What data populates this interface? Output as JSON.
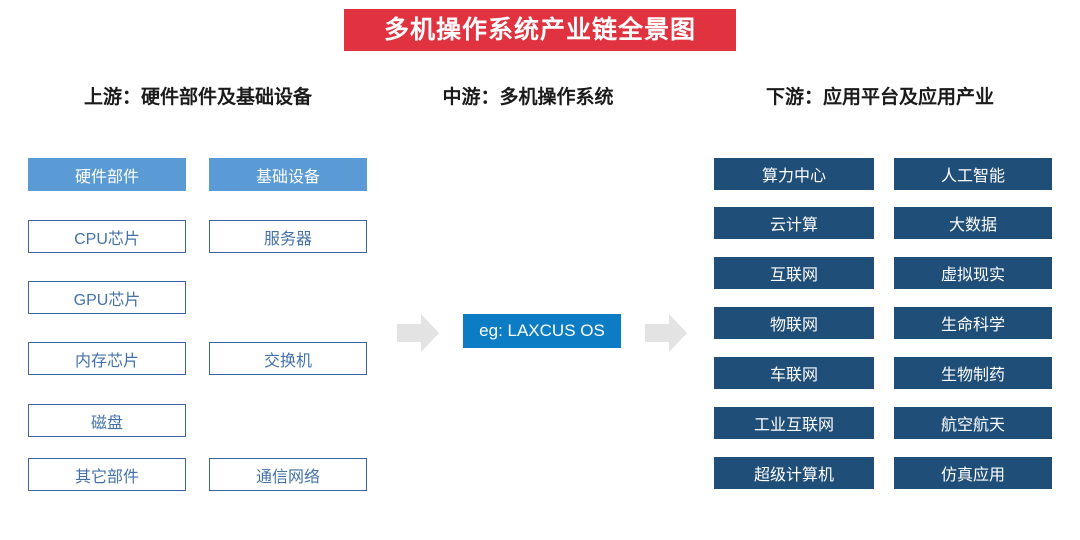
{
  "title": {
    "text": "多机操作系统产业链全景图",
    "banner_color": "#E1333F",
    "text_color": "#FFFFFF"
  },
  "segments": {
    "upstream": "上游：硬件部件及基础设备",
    "midstream": "中游：多机操作系统",
    "downstream": "下游：应用平台及应用产业"
  },
  "colors": {
    "light_blue": "#5B9BD5",
    "border_blue": "#3D65A5",
    "text_blue": "#4472A8",
    "dark_navy": "#1F4E79",
    "os_blue": "#0C7CC4",
    "arrow_gray": "#E3E3E3",
    "red": "#E1333F"
  },
  "upstream": {
    "columns": [
      {
        "header": "硬件部件",
        "items": [
          "CPU芯片",
          "GPU芯片",
          "内存芯片",
          "磁盘",
          "其它部件"
        ]
      },
      {
        "header": "基础设备",
        "items": [
          "服务器",
          "",
          "交换机",
          "",
          "通信网络"
        ]
      }
    ]
  },
  "midstream": {
    "os_label": "eg: LAXCUS OS",
    "arrow_left": "arrow-right-icon",
    "arrow_right": "arrow-right-icon"
  },
  "downstream": {
    "columns": [
      {
        "items": [
          "算力中心",
          "云计算",
          "互联网",
          "物联网",
          "车联网",
          "工业互联网",
          "超级计算机"
        ]
      },
      {
        "items": [
          "人工智能",
          "大数据",
          "虚拟现实",
          "生命科学",
          "生物制药",
          "航空航天",
          "仿真应用"
        ]
      }
    ]
  }
}
